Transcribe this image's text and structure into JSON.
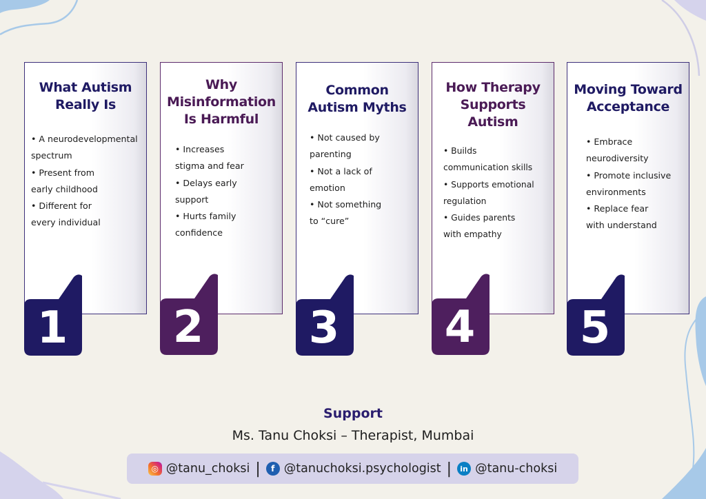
{
  "colors": {
    "background": "#f3f1ea",
    "navy": "#1f1a63",
    "plum": "#4e1f5e",
    "title_navy": "#1f1a63",
    "title_plum": "#4a1a55",
    "footer_title": "#2a1d6e",
    "social_bar": "#d6d3ea",
    "deco_blue": "#a7c9e8",
    "deco_lavender": "#d5d3ec"
  },
  "cards": [
    {
      "number": "1",
      "title_lines": [
        "What Autism",
        "Really Is"
      ],
      "bullets": [
        "• A neurodevelopmental",
        "spectrum",
        "• Present from",
        "early childhood",
        "• Different for",
        "every individual"
      ]
    },
    {
      "number": "2",
      "title_lines": [
        "Why",
        "Misinformation",
        "Is Harmful"
      ],
      "bullets": [
        "• Increases",
        "stigma and fear",
        "• Delays early",
        "support",
        "• Hurts family",
        "confidence"
      ]
    },
    {
      "number": "3",
      "title_lines": [
        "Common",
        "Autism Myths"
      ],
      "bullets": [
        "• Not caused by",
        "parenting",
        "• Not a lack of",
        "emotion",
        "• Not something",
        "to “cure”"
      ]
    },
    {
      "number": "4",
      "title_lines": [
        "How Therapy",
        "Supports",
        "Autism"
      ],
      "bullets": [
        "• Builds",
        "communication skills",
        "• Supports emotional",
        "regulation",
        "• Guides parents",
        "with empathy"
      ]
    },
    {
      "number": "5",
      "title_lines": [
        "Moving Toward",
        "Acceptance"
      ],
      "bullets": [
        "• Embrace",
        "neurodiversity",
        "• Promote inclusive",
        "environments",
        "• Replace fear",
        "with understand"
      ]
    }
  ],
  "footer": {
    "title": "Support",
    "subtitle": "Ms. Tanu Choksi – Therapist, Mumbai",
    "separator": "|",
    "socials": [
      {
        "icon": "instagram-icon",
        "glyph": "◎",
        "handle": "@tanu_choksi"
      },
      {
        "icon": "facebook-icon",
        "glyph": "f",
        "handle": "@tanuchoksi.psychologist"
      },
      {
        "icon": "linkedin-icon",
        "glyph": "in",
        "handle": "@tanu-choksi"
      }
    ]
  }
}
